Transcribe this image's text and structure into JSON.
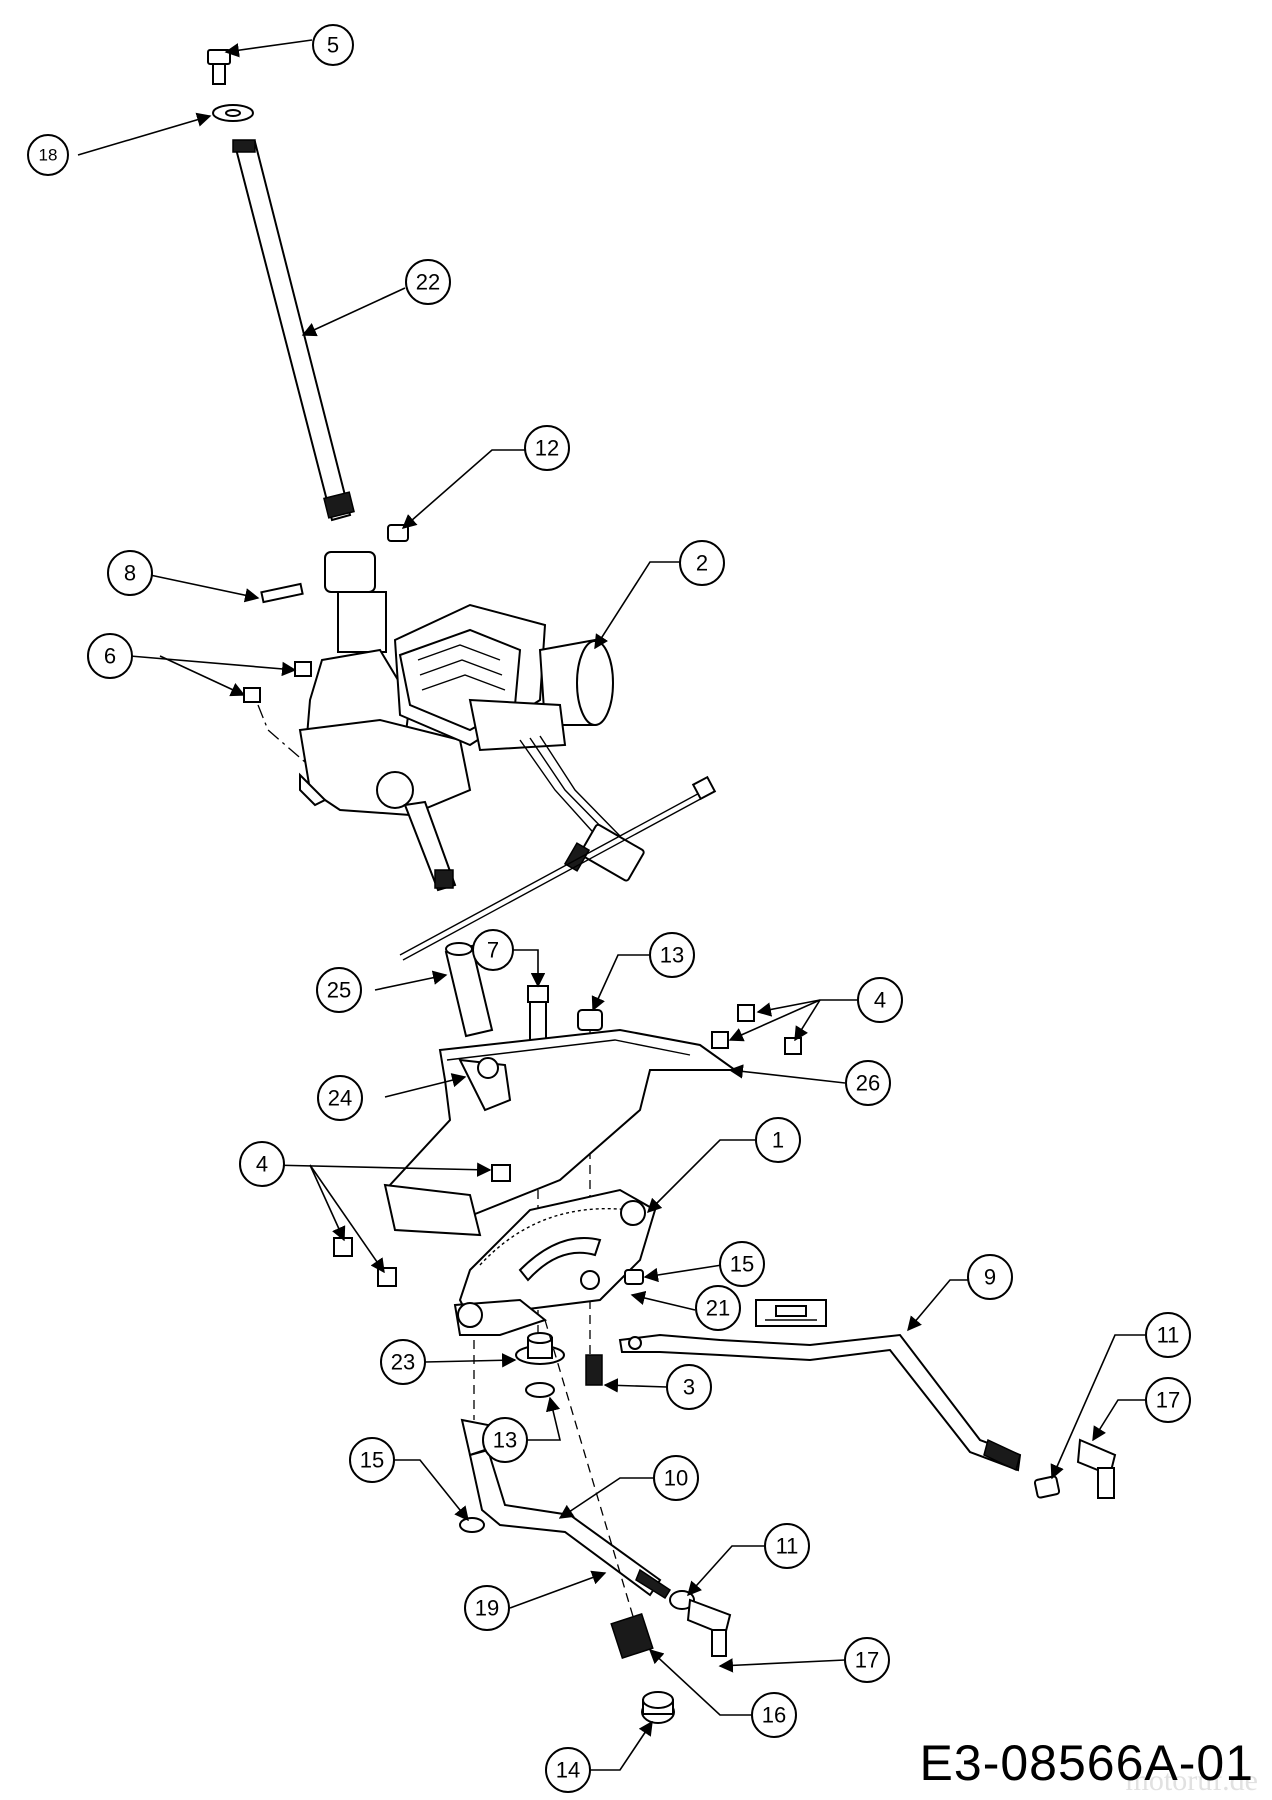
{
  "drawing_number": "E3-08566A-01",
  "watermark": "motoruf.de",
  "callouts": [
    {
      "label": "5"
    },
    {
      "label": "18"
    },
    {
      "label": "22"
    },
    {
      "label": "12"
    },
    {
      "label": "8"
    },
    {
      "label": "2"
    },
    {
      "label": "6"
    },
    {
      "label": "7"
    },
    {
      "label": "13"
    },
    {
      "label": "25"
    },
    {
      "label": "4"
    },
    {
      "label": "24"
    },
    {
      "label": "26"
    },
    {
      "label": "1"
    },
    {
      "label": "4"
    },
    {
      "label": "15"
    },
    {
      "label": "9"
    },
    {
      "label": "21"
    },
    {
      "label": "23"
    },
    {
      "label": "3"
    },
    {
      "label": "13"
    },
    {
      "label": "11"
    },
    {
      "label": "17"
    },
    {
      "label": "15"
    },
    {
      "label": "10"
    },
    {
      "label": "11"
    },
    {
      "label": "19"
    },
    {
      "label": "17"
    },
    {
      "label": "16"
    },
    {
      "label": "14"
    }
  ]
}
